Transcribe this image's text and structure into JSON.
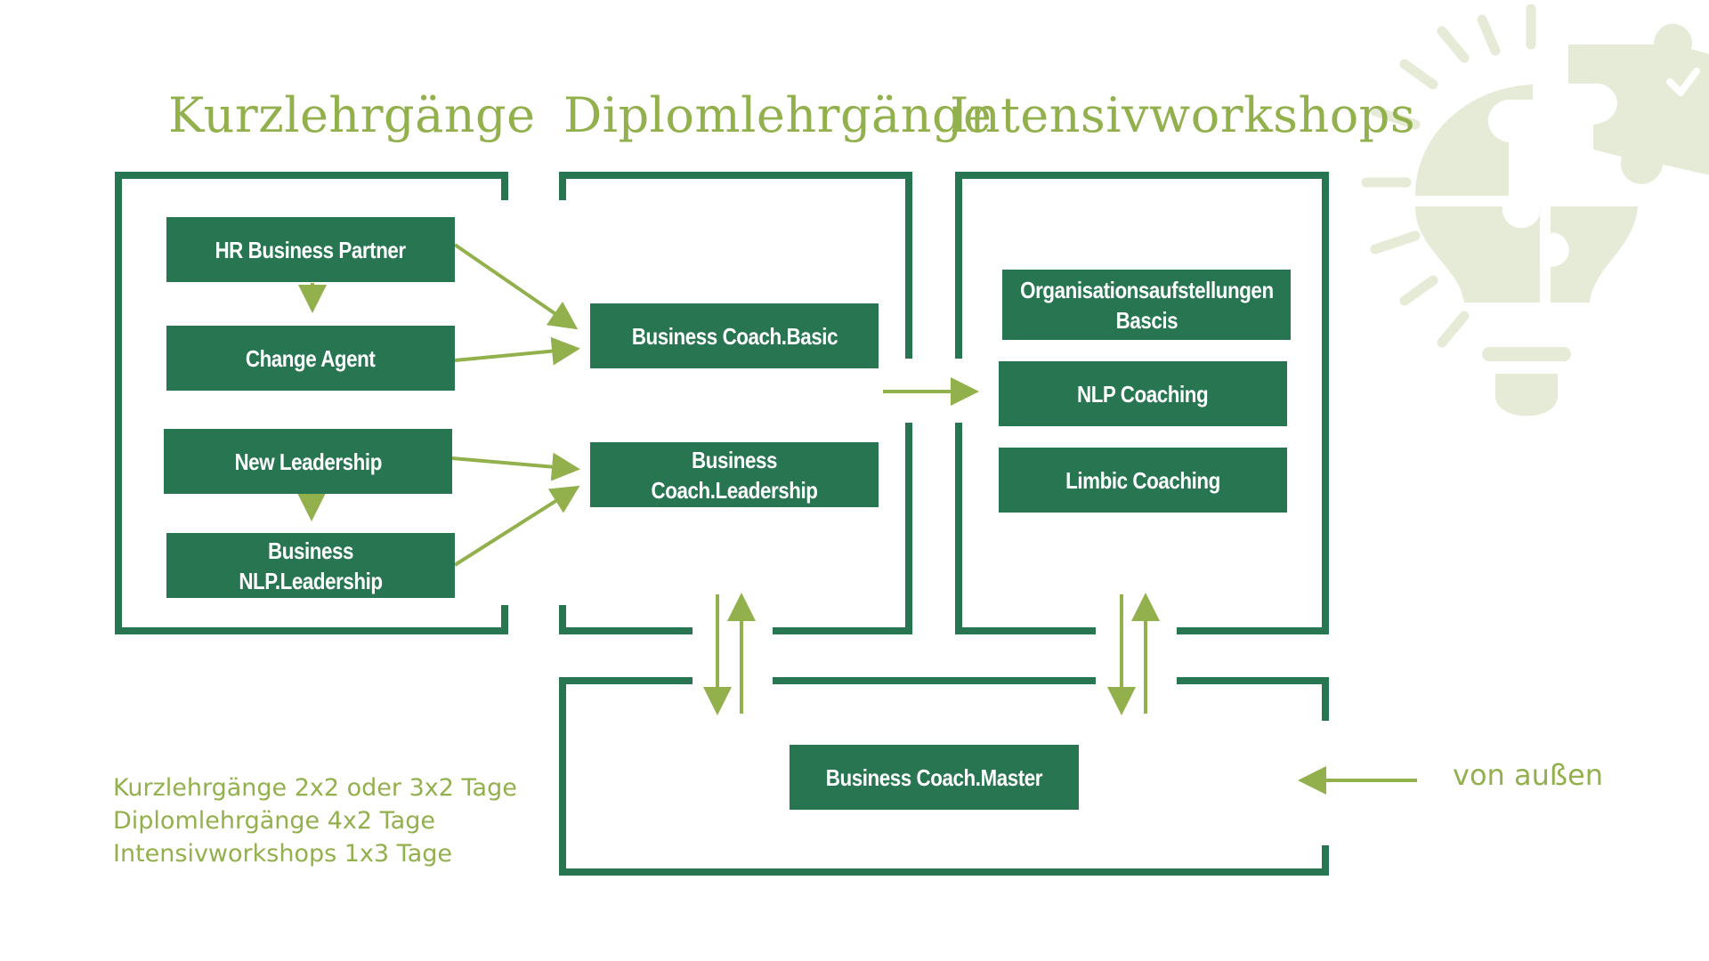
{
  "headings": {
    "kurz": "Kurzlehrgänge",
    "diplom": "Diplomlehrgänge",
    "intensiv": "Intensivworkshops"
  },
  "boxes": {
    "hr_business_partner": "HR Business Partner",
    "change_agent": "Change Agent",
    "new_leadership": "New Leadership",
    "business_nlp_leadership": "Business NLP.Leadership",
    "business_coach_basic": "Business Coach.Basic",
    "business_coach_leadership": "Business Coach.Leadership",
    "organisationsaufstellungen_line1": "Organisationsaufstellungen",
    "organisationsaufstellungen_line2": "Bascis",
    "nlp_coaching": "NLP Coaching",
    "limbic_coaching": "Limbic Coaching",
    "business_coach_master": "Business Coach.Master"
  },
  "von_aussen": "von außen",
  "legend": {
    "line1": "Kurzlehrgänge 2x2 oder 3x2 Tage",
    "line2": "Diplomlehrgänge 4x2 Tage",
    "line3": "Intensivworkshops 1x3 Tage"
  },
  "colors": {
    "frame": "#287552",
    "box": "#287552",
    "arrow": "#92b04c",
    "heading": "#92b04c",
    "decoration": "#e5ebd6"
  },
  "decoration_icon": "lightbulb-puzzle-icon"
}
